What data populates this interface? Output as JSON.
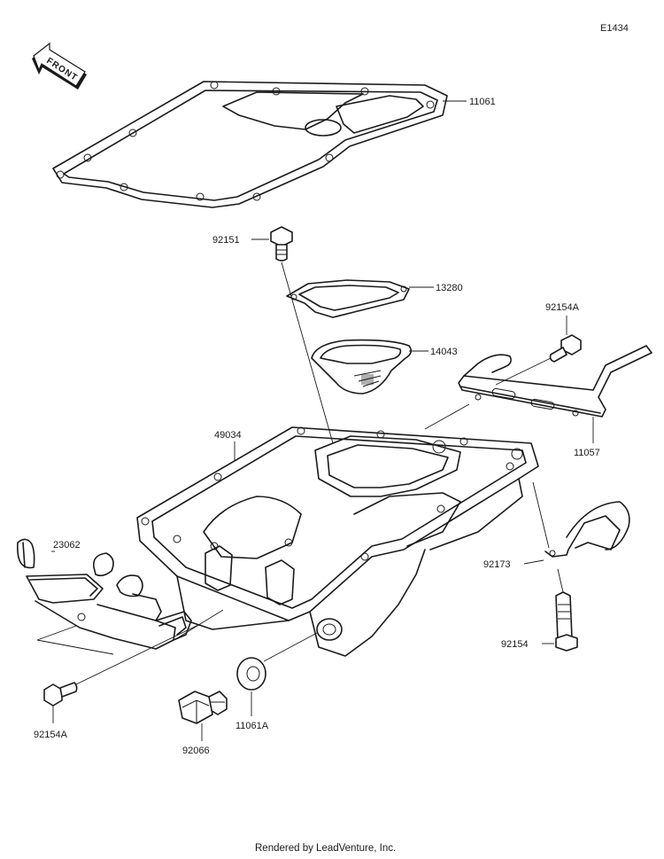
{
  "diagram": {
    "code": "E1434",
    "direction_label": "FRONT",
    "credit": "Rendered by LeadVenture, Inc.",
    "parts": [
      {
        "id": "11061",
        "label": "11061"
      },
      {
        "id": "92151",
        "label": "92151"
      },
      {
        "id": "13280",
        "label": "13280"
      },
      {
        "id": "14043",
        "label": "14043"
      },
      {
        "id": "92154A-top",
        "label": "92154A"
      },
      {
        "id": "11057",
        "label": "11057"
      },
      {
        "id": "49034",
        "label": "49034"
      },
      {
        "id": "23062",
        "label": "23062"
      },
      {
        "id": "92173",
        "label": "92173"
      },
      {
        "id": "92154",
        "label": "92154"
      },
      {
        "id": "92154A-bottom",
        "label": "92154A"
      },
      {
        "id": "11061A",
        "label": "11061A"
      },
      {
        "id": "92066",
        "label": "92066"
      }
    ]
  }
}
